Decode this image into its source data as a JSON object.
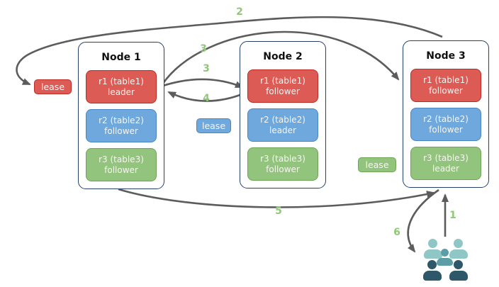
{
  "colors": {
    "red": {
      "fill": "#DC5B55",
      "border": "#BD2B25"
    },
    "blue": {
      "fill": "#6FA8DC",
      "border": "#4A86C6"
    },
    "green": {
      "fill": "#93C47D",
      "border": "#6FA457"
    },
    "node_border": "#24406B",
    "arrow": "#5C5C5C",
    "step_label": "#8FC877",
    "users": {
      "light": "#8FC7C7",
      "mid": "#5C9DA6",
      "dark": "#2E5769"
    }
  },
  "nodes": [
    {
      "title": "Node 1",
      "replicas": [
        {
          "range": "r1 (table1)",
          "role": "leader",
          "color": "red"
        },
        {
          "range": "r2 (table2)",
          "role": "follower",
          "color": "blue"
        },
        {
          "range": "r3 (table3)",
          "role": "follower",
          "color": "green"
        }
      ]
    },
    {
      "title": "Node 2",
      "replicas": [
        {
          "range": "r1 (table1)",
          "role": "follower",
          "color": "red"
        },
        {
          "range": "r2 (table2)",
          "role": "leader",
          "color": "blue"
        },
        {
          "range": "r3 (table3)",
          "role": "follower",
          "color": "green"
        }
      ]
    },
    {
      "title": "Node 3",
      "replicas": [
        {
          "range": "r1 (table1)",
          "role": "follower",
          "color": "red"
        },
        {
          "range": "r2 (table2)",
          "role": "follower",
          "color": "blue"
        },
        {
          "range": "r3 (table3)",
          "role": "leader",
          "color": "green"
        }
      ]
    }
  ],
  "leases": [
    {
      "label": "lease",
      "color": "red"
    },
    {
      "label": "lease",
      "color": "blue"
    },
    {
      "label": "lease",
      "color": "green"
    }
  ],
  "steps": [
    {
      "text": "1"
    },
    {
      "text": "2"
    },
    {
      "text": "3"
    },
    {
      "text": "3"
    },
    {
      "text": "4"
    },
    {
      "text": "5"
    },
    {
      "text": "6"
    }
  ]
}
